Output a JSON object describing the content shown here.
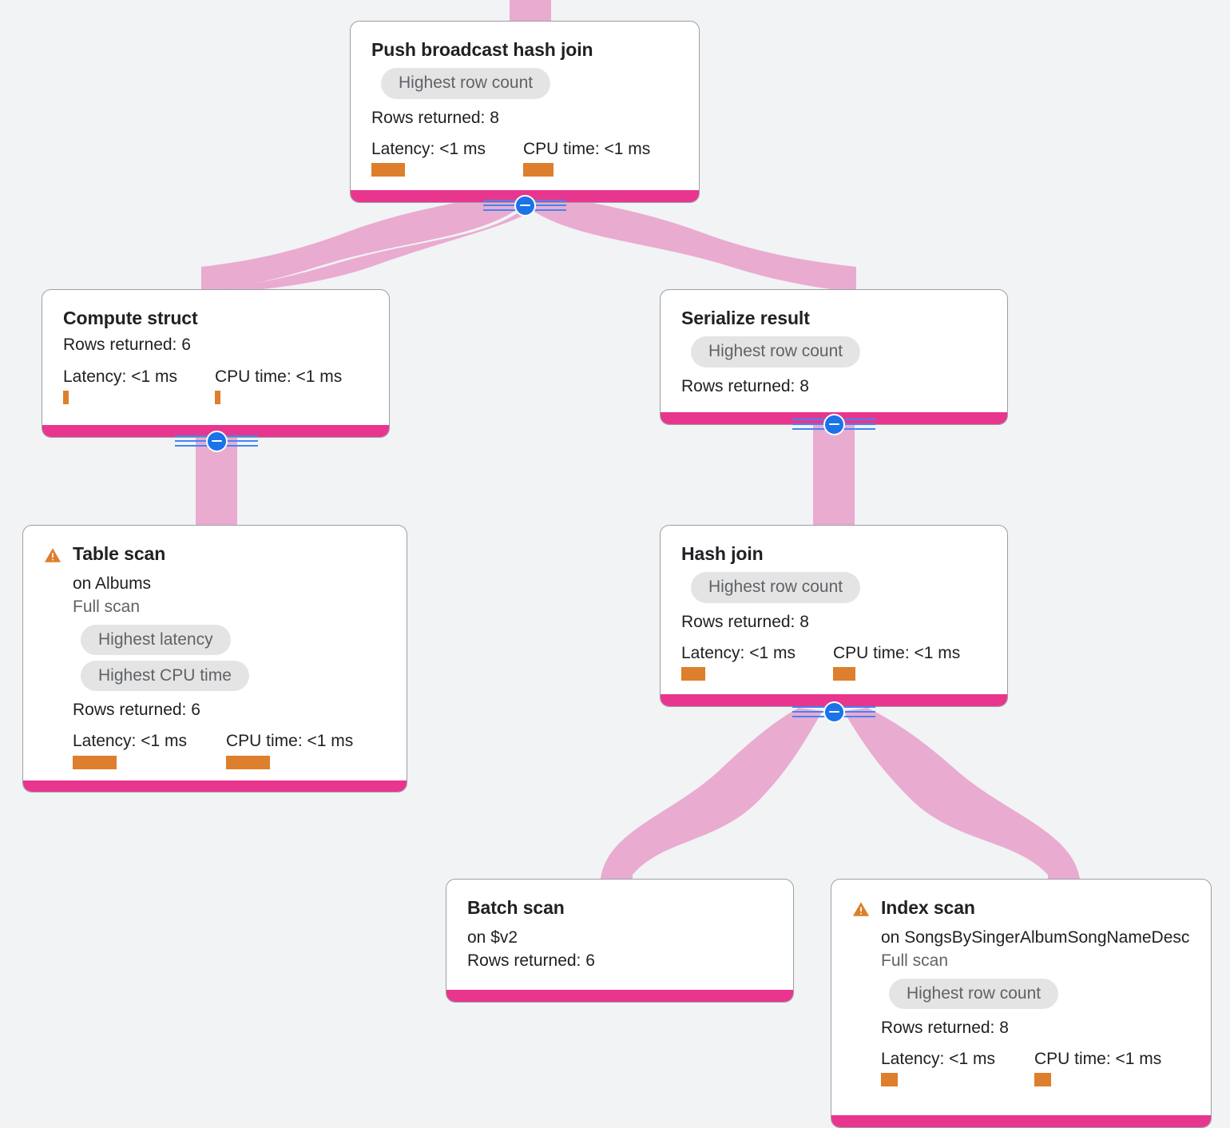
{
  "view": {
    "background_color": "#f1f3f4",
    "edge_color": "#eaabd0",
    "node_accent_color": "#e8368f",
    "metric_bar_color": "#dd7f2c",
    "chip_bg_color": "#e4e4e4",
    "chip_text_color": "#5f6368",
    "toggle_color": "#1a73e8",
    "warning_color": "#dd7f2c"
  },
  "labels": {
    "rows_returned_prefix": "Rows returned:",
    "latency_prefix": "Latency:",
    "cpu_prefix": "CPU time:",
    "collapse_toggle": "collapse"
  },
  "nodes": [
    {
      "id": "push-broadcast-hash-join",
      "title": "Push broadcast hash join",
      "warning": false,
      "on": null,
      "scan": null,
      "chips": [
        "Highest row count"
      ],
      "rows": "Rows returned: 8",
      "latency": "Latency: <1 ms",
      "cpu": "CPU time: <1 ms",
      "latency_bar_width": 42,
      "cpu_bar_width": 38,
      "has_toggle": true
    },
    {
      "id": "compute-struct",
      "title": "Compute struct",
      "warning": false,
      "on": null,
      "scan": null,
      "chips": [],
      "rows": "Rows returned: 6",
      "latency": "Latency: <1 ms",
      "cpu": "CPU time: <1 ms",
      "latency_bar_width": 7,
      "cpu_bar_width": 7,
      "has_toggle": true
    },
    {
      "id": "serialize-result",
      "title": "Serialize result",
      "warning": false,
      "on": null,
      "scan": null,
      "chips": [
        "Highest row count"
      ],
      "rows": "Rows returned: 8",
      "latency": null,
      "cpu": null,
      "latency_bar_width": 0,
      "cpu_bar_width": 0,
      "has_toggle": true
    },
    {
      "id": "table-scan",
      "title": "Table scan",
      "warning": true,
      "on": "on Albums",
      "scan": "Full scan",
      "chips": [
        "Highest latency",
        "Highest CPU time"
      ],
      "rows": "Rows returned: 6",
      "latency": "Latency: <1 ms",
      "cpu": "CPU time: <1 ms",
      "latency_bar_width": 55,
      "cpu_bar_width": 55,
      "has_toggle": false
    },
    {
      "id": "hash-join",
      "title": "Hash join",
      "warning": false,
      "on": null,
      "scan": null,
      "chips": [
        "Highest row count"
      ],
      "rows": "Rows returned: 8",
      "latency": "Latency: <1 ms",
      "cpu": "CPU time: <1 ms",
      "latency_bar_width": 30,
      "cpu_bar_width": 28,
      "has_toggle": true
    },
    {
      "id": "batch-scan",
      "title": "Batch scan",
      "warning": false,
      "on": "on $v2",
      "scan": null,
      "chips": [],
      "rows": "Rows returned: 6",
      "latency": null,
      "cpu": null,
      "latency_bar_width": 0,
      "cpu_bar_width": 0,
      "has_toggle": false
    },
    {
      "id": "index-scan",
      "title": "Index scan",
      "warning": true,
      "on": "on SongsBySingerAlbumSongNameDesc",
      "scan": "Full scan",
      "chips": [
        "Highest row count"
      ],
      "rows": "Rows returned: 8",
      "latency": "Latency: <1 ms",
      "cpu": "CPU time: <1 ms",
      "latency_bar_width": 21,
      "cpu_bar_width": 21,
      "has_toggle": false
    }
  ],
  "edges": [
    {
      "from": "above-root",
      "to": "push-broadcast-hash-join"
    },
    {
      "from": "push-broadcast-hash-join",
      "to": "compute-struct"
    },
    {
      "from": "push-broadcast-hash-join",
      "to": "serialize-result"
    },
    {
      "from": "compute-struct",
      "to": "table-scan"
    },
    {
      "from": "serialize-result",
      "to": "hash-join"
    },
    {
      "from": "hash-join",
      "to": "batch-scan"
    },
    {
      "from": "hash-join",
      "to": "index-scan"
    }
  ]
}
